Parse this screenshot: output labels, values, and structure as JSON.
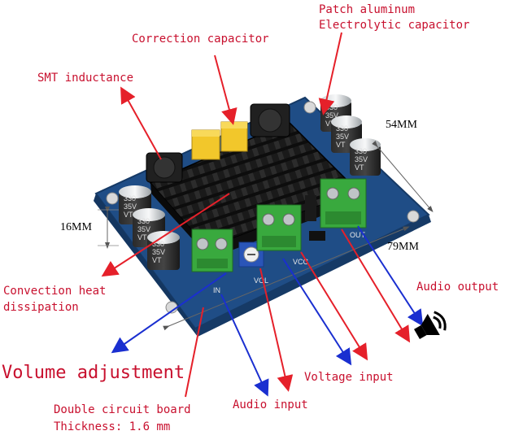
{
  "labels": {
    "patch_capacitor_line1": "Patch aluminum",
    "patch_capacitor_line2": "Electrolytic capacitor",
    "correction_capacitor": "Correction capacitor",
    "smt_inductance": "SMT inductance",
    "convection_line1": "Convection heat",
    "convection_line2": "dissipation",
    "volume_adjustment": "Volume adjustment",
    "double_board_line1": "Double circuit board",
    "double_board_line2": "Thickness: 1.6 mm",
    "audio_input": "Audio input",
    "voltage_input": "Voltage input",
    "audio_output": "Audio output"
  },
  "dimensions": {
    "height": "16MM",
    "width": "54MM",
    "length": "79MM"
  },
  "board_markings": {
    "cap1": [
      "330",
      "35V",
      "VT"
    ],
    "cap2": [
      "330",
      "35V",
      "VT"
    ],
    "cap3": [
      "330",
      "35V",
      "VT"
    ],
    "cap4": [
      "330",
      "35V",
      "VT"
    ],
    "cap5": [
      "330",
      "35V",
      "VT"
    ],
    "cap6": [
      "330",
      "35V",
      "VT"
    ],
    "pin_in": "IN",
    "pin_vol": "VOL",
    "pin_vcc": "VCC",
    "pin_out": "OUT"
  },
  "colors": {
    "label_text": "#c8102e",
    "arrow_red": "#e5202a",
    "arrow_blue": "#1a2fd0",
    "pcb": "#1f4d86",
    "heatsink": "#141414",
    "terminal": "#39a93e",
    "film_cap": "#f2c72b"
  },
  "icons": [
    "speaker-icon"
  ]
}
